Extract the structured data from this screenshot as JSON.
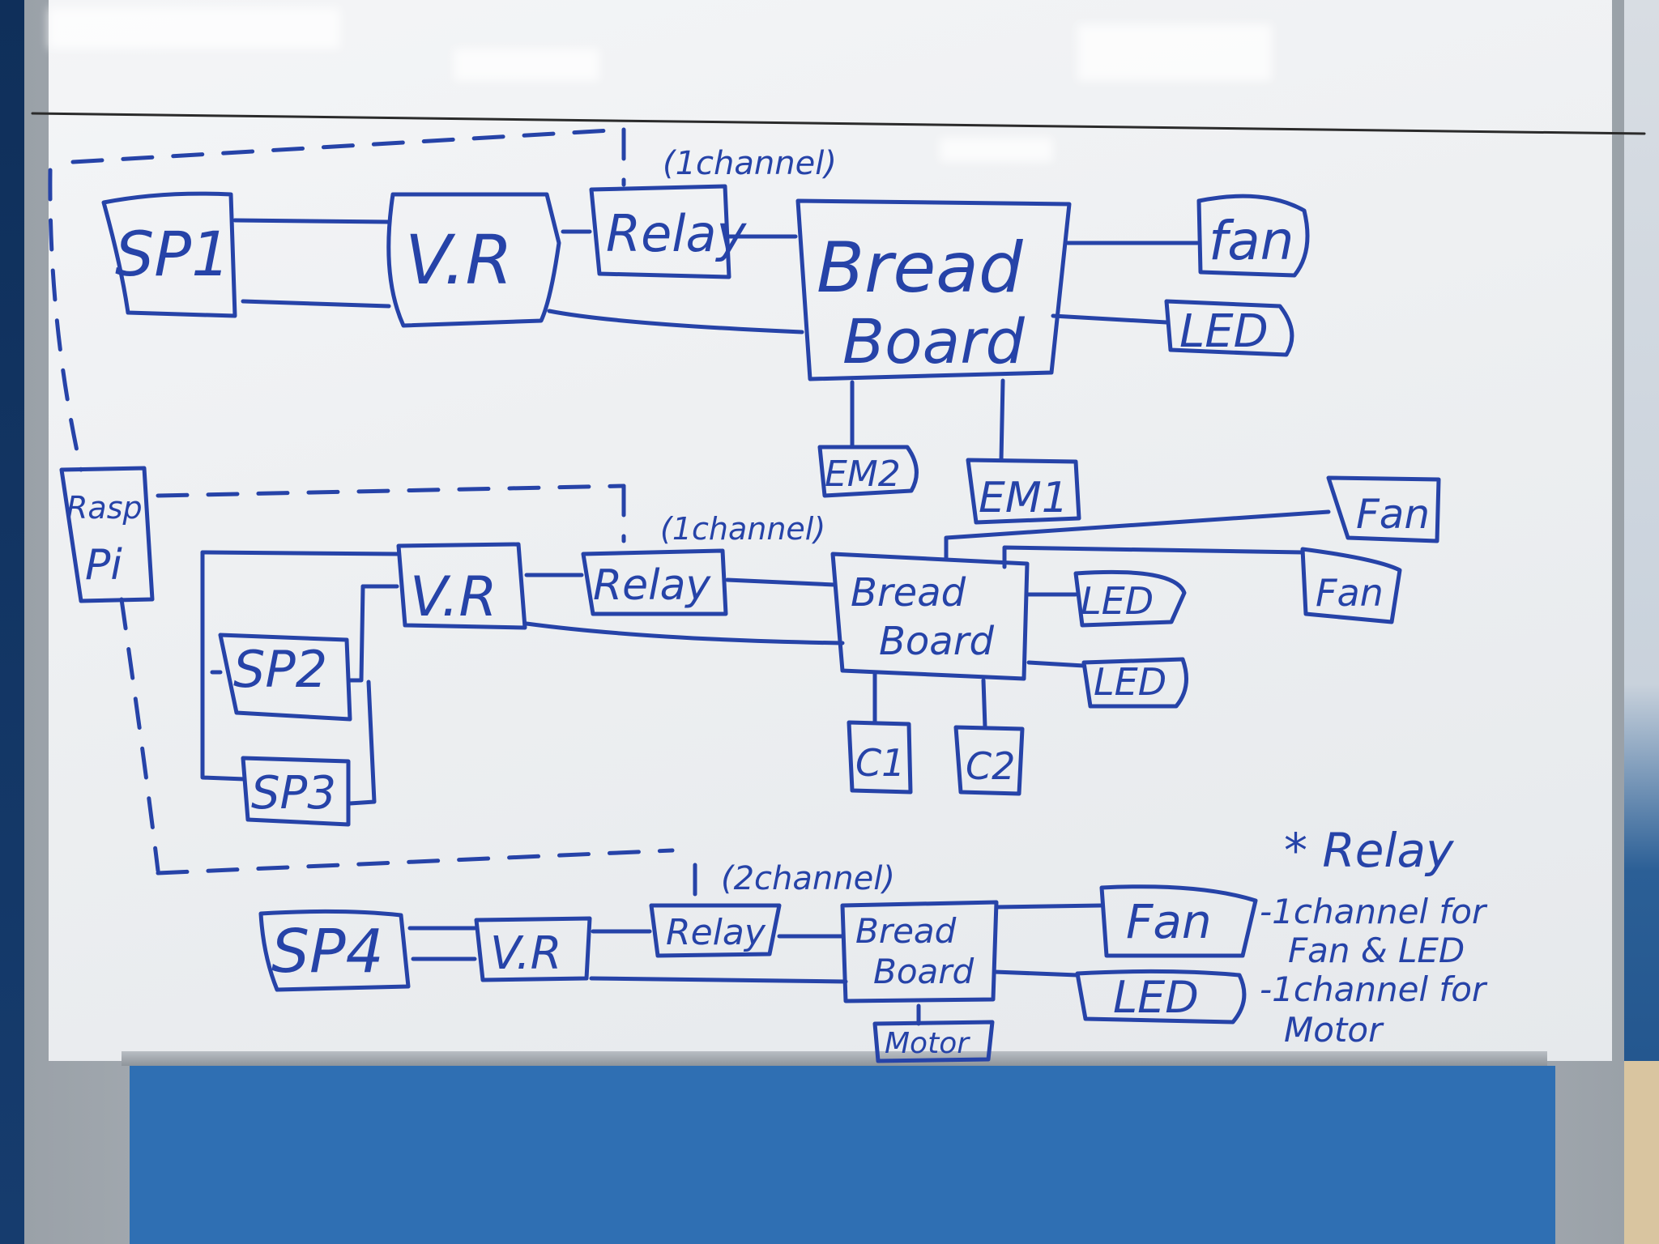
{
  "colors": {
    "ink": "#2643a8",
    "board": "#f1f2f4",
    "panel": "#2f6fb3"
  },
  "labels": {
    "sp1": "SP1",
    "vr1": "V.R",
    "relay1": "Relay",
    "ch1": "(1channel)",
    "bb1a": "Bread",
    "bb1b": "Board",
    "fan1": "fan",
    "led1": "LED",
    "em2": "EM2",
    "em1": "EM1",
    "rasp1": "Rasp",
    "rasp2": "Pi",
    "vr2": "V.R",
    "relay2": "Relay",
    "ch2": "(1channel)",
    "sp2": "SP2",
    "sp3": "SP3",
    "bb2a": "Bread",
    "bb2b": "Board",
    "fan2": "Fan",
    "fan3": "Fan",
    "led2": "LED",
    "led3": "LED",
    "c1": "C1",
    "c2": "C2",
    "sp4": "SP4",
    "vr3": "V.R",
    "relay3": "Relay",
    "ch3": "(2channel)",
    "bb3a": "Bread",
    "bb3b": "Board",
    "fan4": "Fan",
    "led4": "LED",
    "motor": "Motor"
  },
  "note": {
    "title": "* Relay",
    "line1": "-1channel for",
    "line2": "Fan & LED",
    "line3": "-1channel for",
    "line4": "Motor"
  }
}
